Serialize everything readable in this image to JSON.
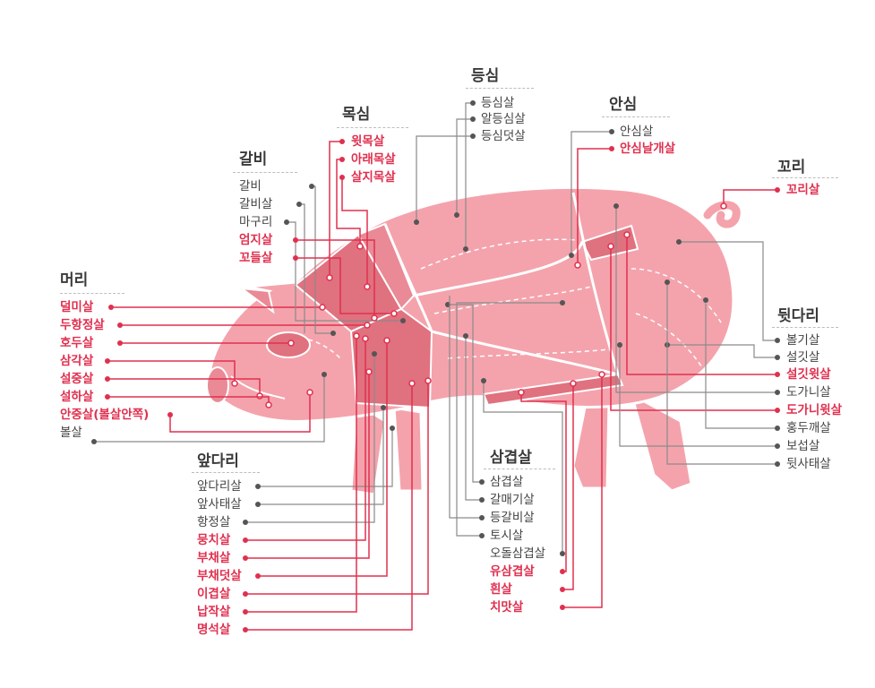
{
  "diagram": {
    "groups": [
      {
        "key": "meori",
        "title": "머리",
        "items": [
          {
            "label": "덜미살",
            "hl": true
          },
          {
            "label": "두항정살",
            "hl": true
          },
          {
            "label": "호두살",
            "hl": true
          },
          {
            "label": "삼각살",
            "hl": true
          },
          {
            "label": "설중살",
            "hl": true
          },
          {
            "label": "설하살",
            "hl": true
          },
          {
            "label": "안중살(볼살안쪽)",
            "hl": true
          },
          {
            "label": "볼살",
            "hl": false
          }
        ]
      },
      {
        "key": "galbi",
        "title": "갈비",
        "items": [
          {
            "label": "갈비",
            "hl": false
          },
          {
            "label": "갈비살",
            "hl": false
          },
          {
            "label": "마구리",
            "hl": false
          },
          {
            "label": "엄지살",
            "hl": true
          },
          {
            "label": "꼬들살",
            "hl": true
          }
        ]
      },
      {
        "key": "moksim",
        "title": "목심",
        "items": [
          {
            "label": "윗목살",
            "hl": true
          },
          {
            "label": "아래목살",
            "hl": true
          },
          {
            "label": "살지목살",
            "hl": true
          }
        ]
      },
      {
        "key": "deungsim",
        "title": "등심",
        "items": [
          {
            "label": "등심살",
            "hl": false
          },
          {
            "label": "알등심살",
            "hl": false
          },
          {
            "label": "등심덧살",
            "hl": false
          }
        ]
      },
      {
        "key": "ansim",
        "title": "안심",
        "items": [
          {
            "label": "안심살",
            "hl": false
          },
          {
            "label": "안심날개살",
            "hl": true
          }
        ]
      },
      {
        "key": "kkori",
        "title": "꼬리",
        "items": [
          {
            "label": "꼬리살",
            "hl": true
          }
        ]
      },
      {
        "key": "dwitdari",
        "title": "뒷다리",
        "items": [
          {
            "label": "볼기살",
            "hl": false
          },
          {
            "label": "설깃살",
            "hl": false
          },
          {
            "label": "설깃윗살",
            "hl": true
          },
          {
            "label": "도가니살",
            "hl": false
          },
          {
            "label": "도가니윗살",
            "hl": true
          },
          {
            "label": "홍두깨살",
            "hl": false
          },
          {
            "label": "보섭살",
            "hl": false
          },
          {
            "label": "뒷사태살",
            "hl": false
          }
        ]
      },
      {
        "key": "samgyeop",
        "title": "삼겹살",
        "items": [
          {
            "label": "삼겹살",
            "hl": false
          },
          {
            "label": "갈매기살",
            "hl": false
          },
          {
            "label": "등갈비살",
            "hl": false
          },
          {
            "label": "토시살",
            "hl": false
          },
          {
            "label": "오돌삼겹살",
            "hl": false
          },
          {
            "label": "유삼겹살",
            "hl": true
          },
          {
            "label": "흰살",
            "hl": true
          },
          {
            "label": "치맛살",
            "hl": true
          }
        ]
      },
      {
        "key": "apdari",
        "title": "앞다리",
        "items": [
          {
            "label": "앞다리살",
            "hl": false
          },
          {
            "label": "앞사태살",
            "hl": false
          },
          {
            "label": "항정살",
            "hl": false
          },
          {
            "label": "뭉치살",
            "hl": true
          },
          {
            "label": "부채살",
            "hl": true
          },
          {
            "label": "부채덧살",
            "hl": true
          },
          {
            "label": "이겹살",
            "hl": true
          },
          {
            "label": "납작살",
            "hl": true
          },
          {
            "label": "명석살",
            "hl": true
          }
        ]
      }
    ],
    "colors": {
      "body": "#f4a3ac",
      "dark": "#e0717f",
      "highlight": "#e0304f",
      "line": "#8a8a8a"
    }
  }
}
